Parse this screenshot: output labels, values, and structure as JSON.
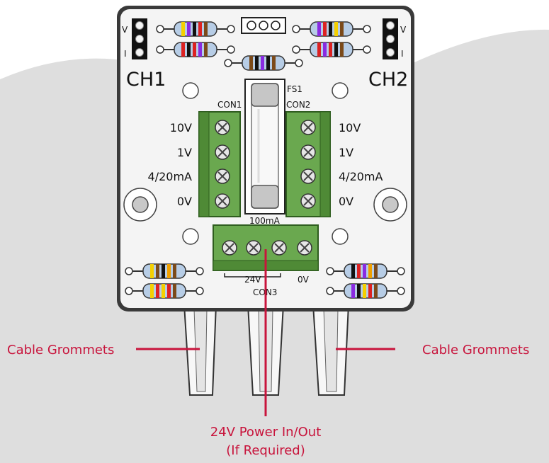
{
  "board": {
    "ch1": "CH1",
    "ch2": "CH2",
    "pin_v": "V",
    "pin_i": "I",
    "fuse_ref": "FS1",
    "fuse_rating": "100mA",
    "con1": "CON1",
    "con2": "CON2",
    "con3": "CON3",
    "con1_labels": [
      "10V",
      "1V",
      "4/20mA",
      "0V"
    ],
    "con2_labels": [
      "10V",
      "1V",
      "4/20mA",
      "0V"
    ],
    "con3_24v": "24V",
    "con3_0v": "0V"
  },
  "annotations": {
    "grommets_left": "Cable Grommets",
    "grommets_right": "Cable Grommets",
    "power_line1": "24V Power In/Out",
    "power_line2": "(If Required)"
  },
  "colors": {
    "annotation": "#c8143c",
    "board": "#f4f4f4",
    "terminal_green": "#6aa84f",
    "background_shape": "#dedede"
  }
}
